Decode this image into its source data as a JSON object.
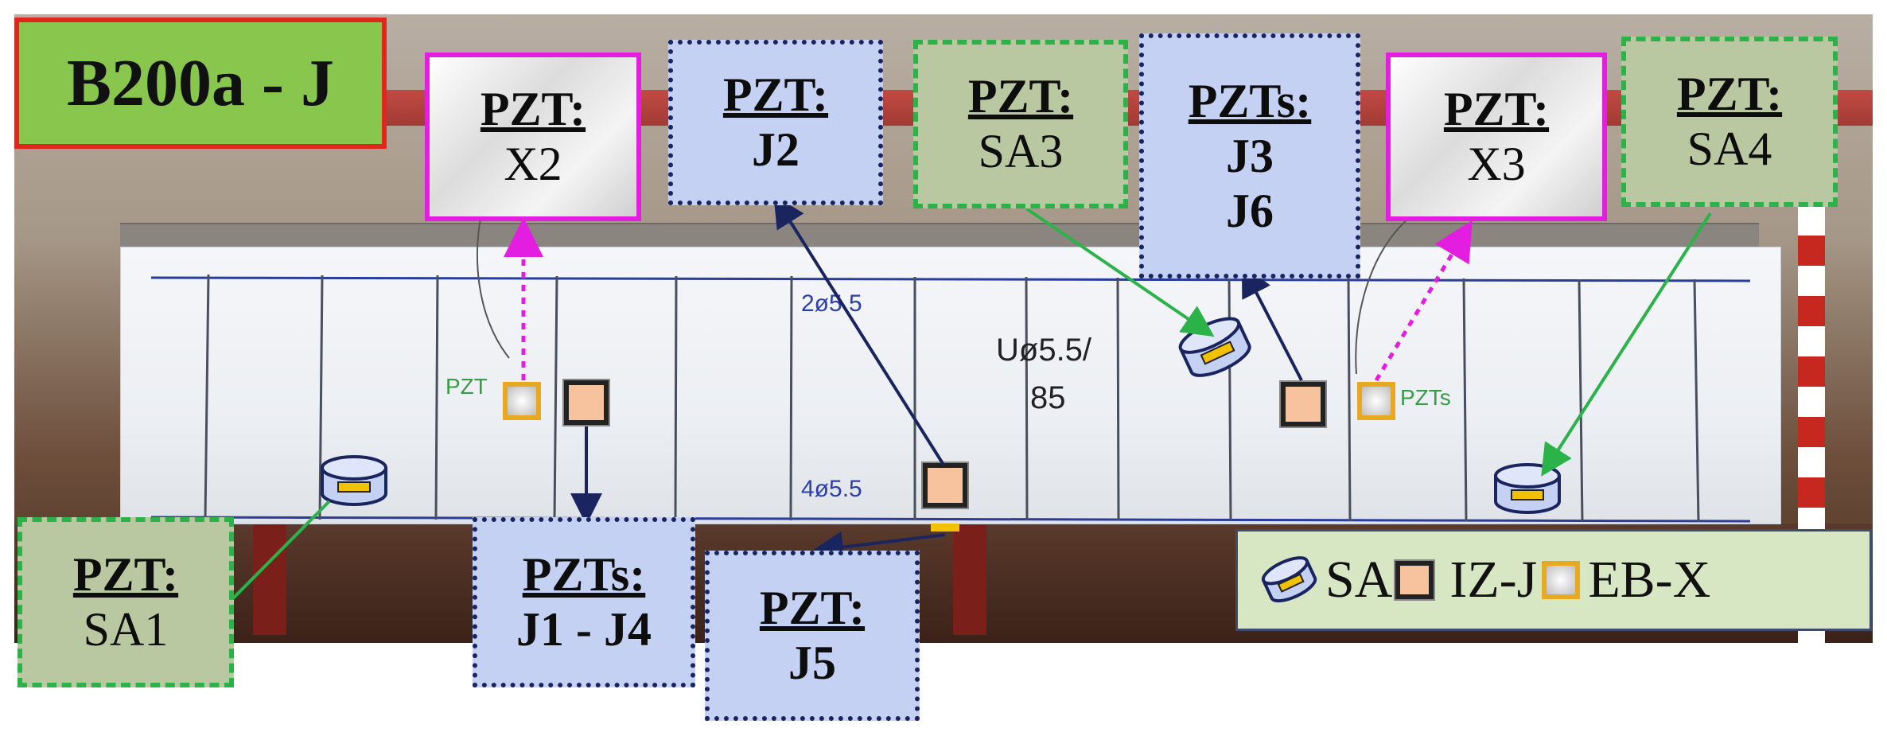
{
  "title": "B200a - J",
  "callouts": {
    "x2": {
      "heading": "PZT:",
      "value": "X2"
    },
    "j2": {
      "heading": "PZT:",
      "value": "J2"
    },
    "sa3": {
      "heading": "PZT:",
      "value": "SA3"
    },
    "j3j6": {
      "heading": "PZTs:",
      "value_1": "J3",
      "value_2": "J6"
    },
    "x3": {
      "heading": "PZT:",
      "value": "X3"
    },
    "sa4": {
      "heading": "PZT:",
      "value": "SA4"
    },
    "sa1": {
      "heading": "PZT:",
      "value": "SA1"
    },
    "j1j4": {
      "heading": "PZTs:",
      "value": "J1 - J4"
    },
    "j5": {
      "heading": "PZT:",
      "value": "J5"
    }
  },
  "legend": {
    "sa_label": "SA",
    "iz_label": "IZ-J",
    "eb_label": "EB-X"
  },
  "beam_annotations": {
    "top_rebar": "2ø5.5",
    "bottom_rebar": "4ø5.5",
    "stirrups_line1": "Uø5.5/",
    "stirrups_line2": "85",
    "pzt_left": "PZT",
    "pzt_right": "PZTs"
  },
  "colors": {
    "eb_border": "#e41ee0",
    "iz_border": "#1a2560",
    "sa_border": "#2bb34a",
    "title_bg": "#89c64d",
    "title_border": "#e0261f"
  }
}
